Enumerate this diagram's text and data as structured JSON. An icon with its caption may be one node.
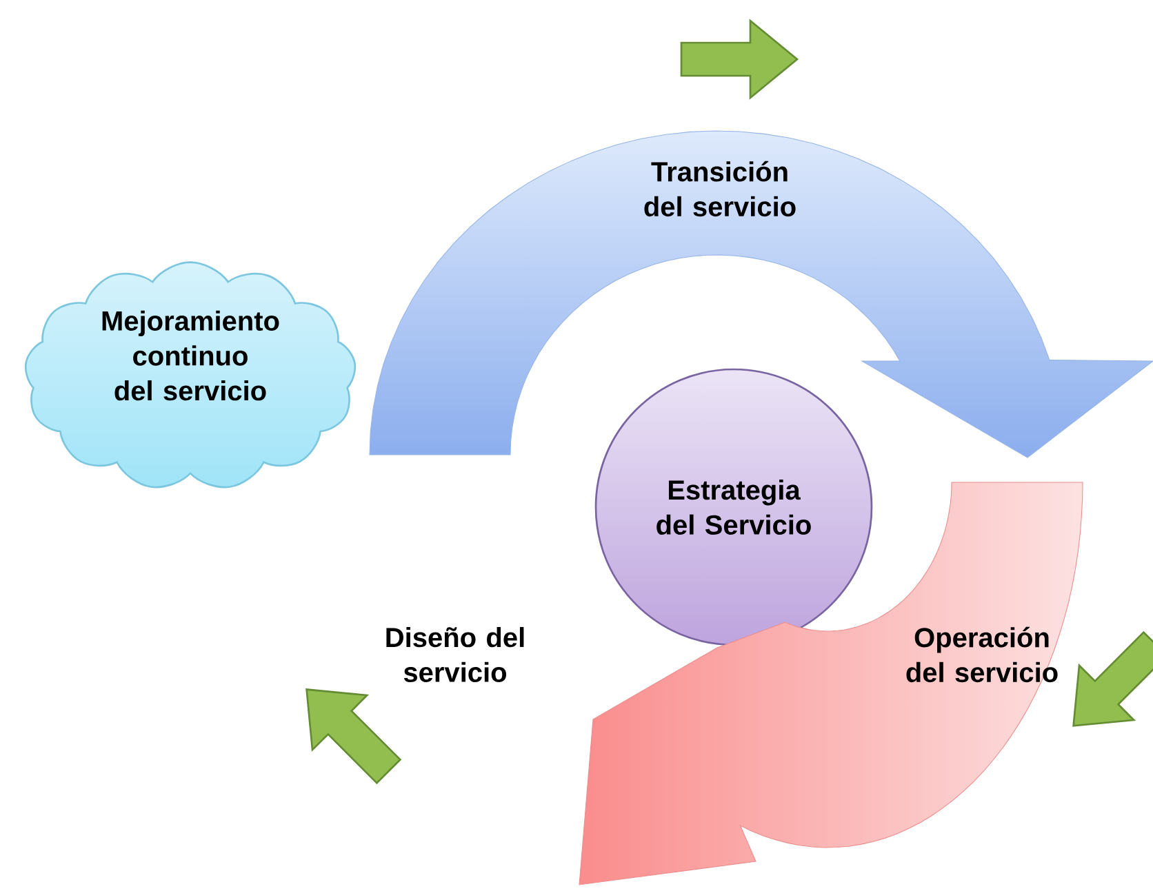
{
  "diagram": {
    "nodes": [
      {
        "text": [
          "Mejoramiento continuo del servicio"
        ]
      },
      {
        "text": [
          "Transición del servicio"
        ]
      },
      {
        "text": [
          "Estrategia del Servicio"
        ]
      },
      {
        "text": [
          "Operación del servicio"
        ]
      },
      {
        "text": [
          "Diseño del servicio"
        ]
      }
    ]
  }
}
